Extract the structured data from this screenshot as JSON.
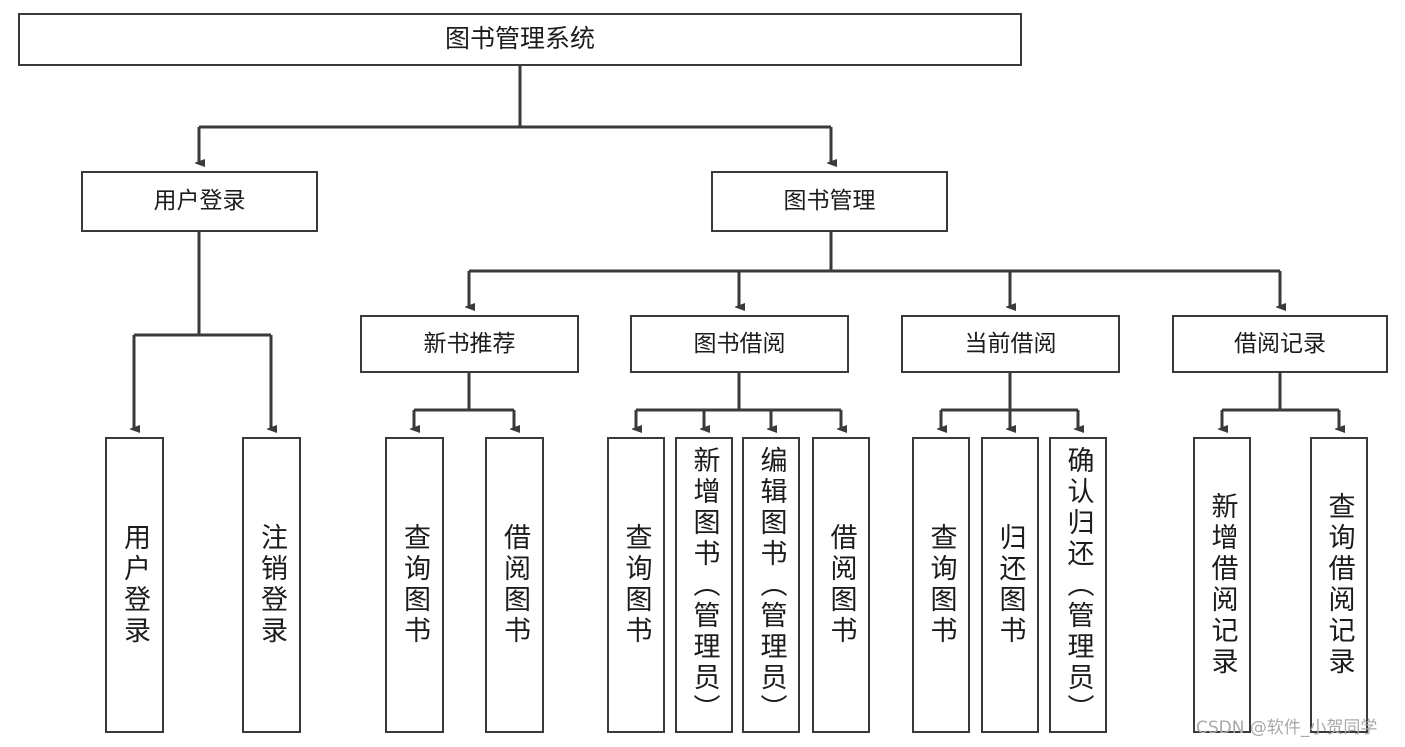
{
  "diagram": {
    "title": "图书管理系统",
    "style": {
      "box_border_color": "#3a3a3a",
      "box_fill_color": "#ffffff",
      "edge_color": "#3a3a3a",
      "text_color": "#1c1c1c",
      "background": "#ffffff"
    },
    "root": {
      "label": "图书管理系统"
    },
    "level2": [
      {
        "label": "用户登录"
      },
      {
        "label": "图书管理"
      }
    ],
    "level3": [
      {
        "label": "新书推荐"
      },
      {
        "label": "图书借阅"
      },
      {
        "label": "当前借阅"
      },
      {
        "label": "借阅记录"
      }
    ],
    "leaves": [
      {
        "label": "用户登录",
        "parent": "用户登录"
      },
      {
        "label": "注销登录",
        "parent": "用户登录"
      },
      {
        "label": "查询图书",
        "parent": "新书推荐"
      },
      {
        "label": "借阅图书",
        "parent": "新书推荐"
      },
      {
        "label": "查询图书",
        "parent": "图书借阅"
      },
      {
        "label": "新增图书（管理员）",
        "parent": "图书借阅"
      },
      {
        "label": "编辑图书（管理员）",
        "parent": "图书借阅"
      },
      {
        "label": "借阅图书",
        "parent": "图书借阅"
      },
      {
        "label": "查询图书",
        "parent": "当前借阅"
      },
      {
        "label": "归还图书",
        "parent": "当前借阅"
      },
      {
        "label": "确认归还（管理员）",
        "parent": "当前借阅"
      },
      {
        "label": "新增借阅记录",
        "parent": "借阅记录"
      },
      {
        "label": "查询借阅记录",
        "parent": "借阅记录"
      }
    ]
  },
  "watermark": {
    "text": "CSDN @软件_小贺同学"
  }
}
